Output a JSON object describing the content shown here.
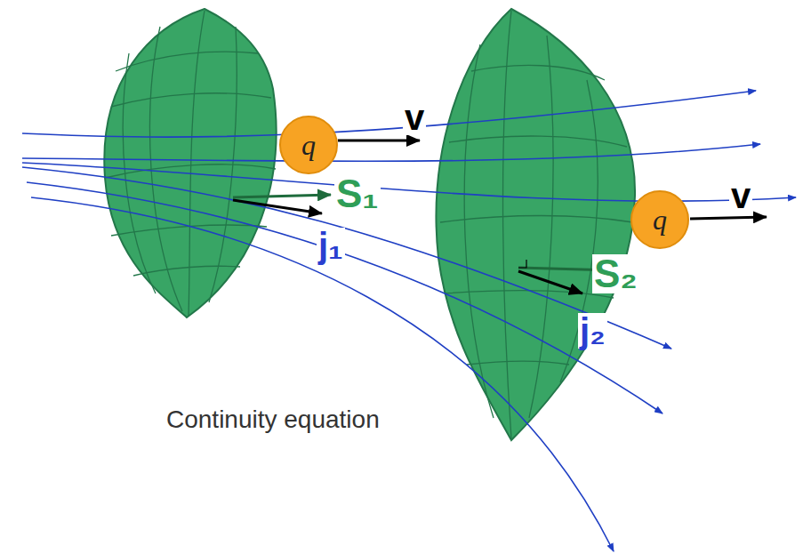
{
  "diagram": {
    "nodes": [
      {
        "text": [
          "q"
        ]
      },
      {
        "text": [
          "q"
        ]
      }
    ],
    "labels": [
      "v",
      "S₁",
      "j₁",
      "v",
      "S₂",
      "j₂",
      "Continuity equation"
    ]
  }
}
